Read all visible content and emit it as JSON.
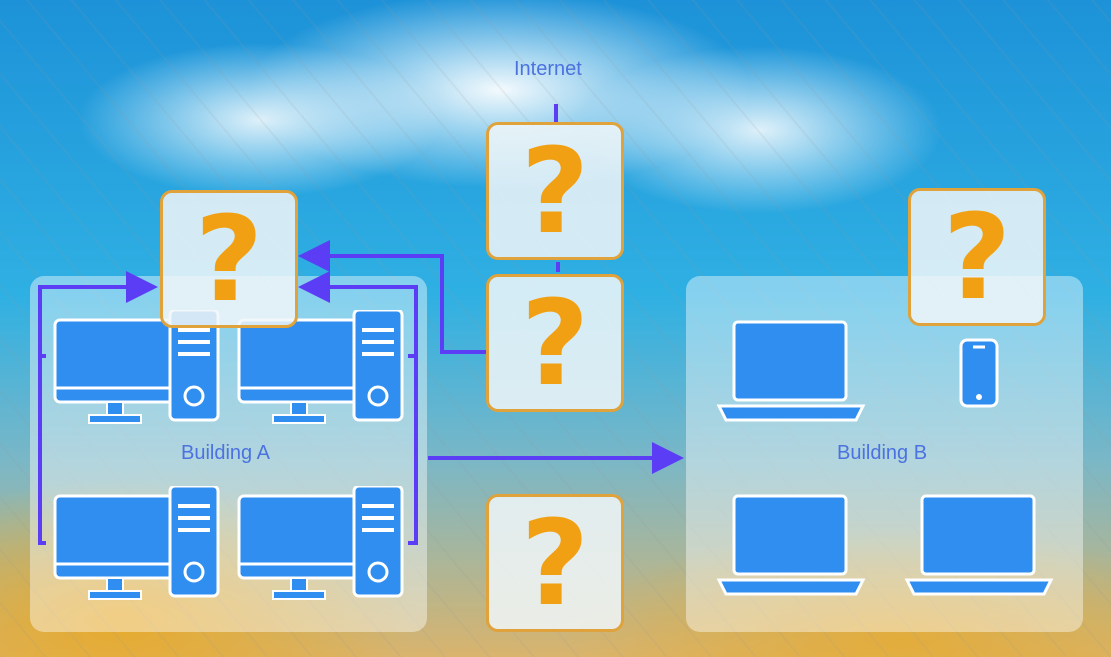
{
  "labels": {
    "internet": "Internet",
    "building_a": "Building A",
    "building_b": "Building B"
  },
  "placeholder_glyph": "?",
  "colors": {
    "link": "#5b3df5",
    "device": "#2f8ef0",
    "placeholder_border": "#e0a23a",
    "placeholder_glyph": "#f2a013",
    "label": "#4b72e0"
  },
  "icons": [
    "desktop-computer-icon",
    "laptop-icon",
    "smartphone-icon",
    "question-mark-icon"
  ]
}
